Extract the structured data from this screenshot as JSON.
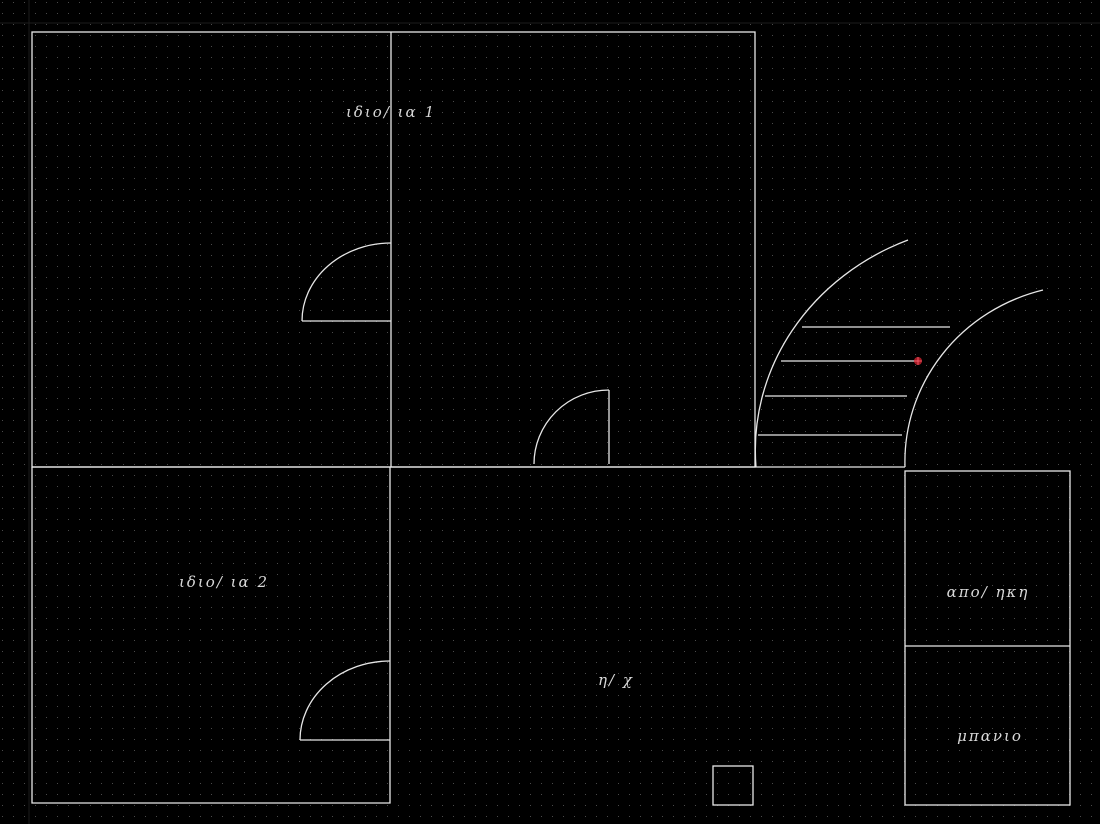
{
  "drawing": {
    "rooms": [
      {
        "id": "bedroom-1",
        "label": "ιδιο/ ια 1"
      },
      {
        "id": "bedroom-2",
        "label": "ιδιο/ ια 2"
      },
      {
        "id": "living",
        "label": "η/ χ"
      },
      {
        "id": "storage",
        "label": "απο/ ηκη"
      },
      {
        "id": "bathroom",
        "label": "μπανιο"
      }
    ],
    "colors": {
      "background": "#000000",
      "lines": "#e6e6e6",
      "grid": "#3a3a3a",
      "marker": "#c0202a"
    }
  }
}
